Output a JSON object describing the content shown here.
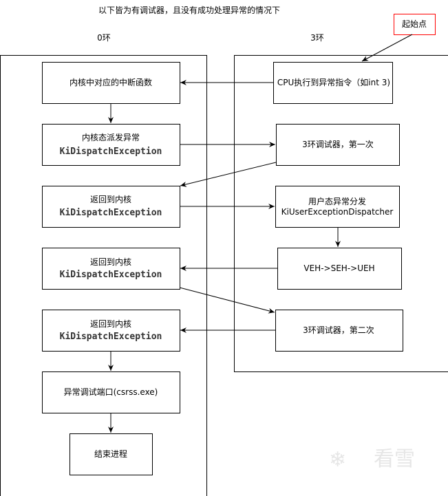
{
  "title": "以下皆为有调试器，且没有成功处理异常的情况下",
  "ring0_label": "0环",
  "ring3_label": "3环",
  "start_label": "起始点",
  "colors": {
    "start_border": "#ff0000",
    "line": "#000000"
  },
  "ring0_nodes": [
    {
      "line1": "内核中对应的中断函数",
      "line2": ""
    },
    {
      "line1": "内核态派发异常",
      "line2": "KiDispatchException"
    },
    {
      "line1": "返回到内核",
      "line2": "KiDispatchException"
    },
    {
      "line1": "返回到内核",
      "line2": "KiDispatchException"
    },
    {
      "line1": "返回到内核",
      "line2": "KiDispatchException"
    },
    {
      "line1": "异常调试端口(csrss.exe)",
      "line2": ""
    },
    {
      "line1": "结束进程",
      "line2": ""
    }
  ],
  "ring3_nodes": [
    {
      "line1": "CPU执行到异常指令（如int 3)",
      "line2": ""
    },
    {
      "line1": "3环调试器，第一次",
      "line2": ""
    },
    {
      "line1": "用户态异常分发",
      "line2": "KiUserExceptionDispatcher"
    },
    {
      "line1": "VEH->SEH->UEH",
      "line2": ""
    },
    {
      "line1": "3环调试器，第二次",
      "line2": ""
    }
  ],
  "watermark": "看雪"
}
